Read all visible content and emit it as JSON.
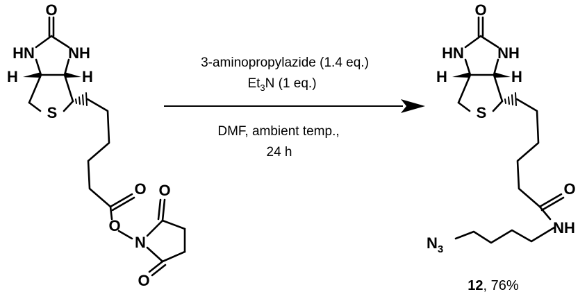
{
  "reactant": {
    "atoms": {
      "carbonyl_o": "O",
      "hn_left": "HN",
      "nh_right": "NH",
      "h_left": "H",
      "h_right": "H",
      "s": "S",
      "ester_o_carbonyl": "O",
      "ester_o_link": "O",
      "succ_n": "N",
      "succ_o_top": "O",
      "succ_o_bottom": "O"
    }
  },
  "conditions": {
    "reagent_1": "3-aminopropylazide (1.4 eq.)",
    "reagent_2_base": "Et",
    "reagent_2_sub": "3",
    "reagent_2_rest": "N (1 eq.)",
    "solvent": "DMF, ambient temp.,",
    "time": "24 h"
  },
  "product": {
    "atoms": {
      "carbonyl_o": "O",
      "hn_left": "HN",
      "nh_right": "NH",
      "h_left": "H",
      "h_right": "H",
      "s": "S",
      "amide_o": "O",
      "amide_nh": "NH",
      "azide": "N",
      "azide_sub": "3"
    },
    "compound_number": "12",
    "yield": ", 76%"
  }
}
